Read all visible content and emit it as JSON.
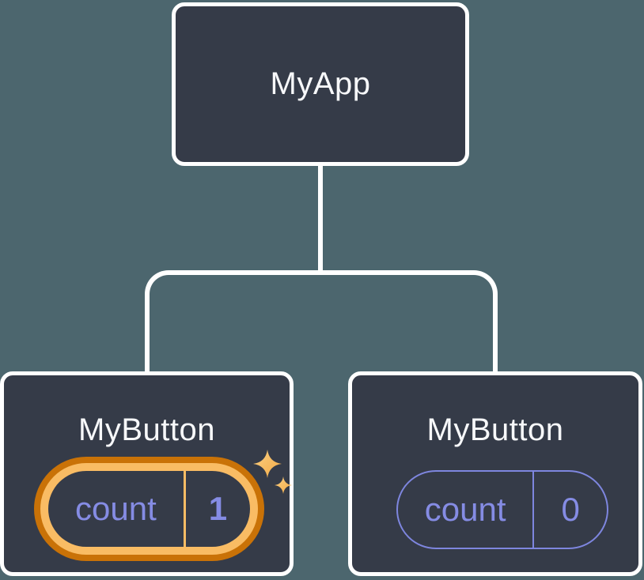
{
  "diagram": {
    "description": "React component tree with isolated state",
    "root_node": {
      "label": "MyApp"
    },
    "children": [
      {
        "label": "MyButton",
        "state_name": "count",
        "state_value": "1",
        "highlighted": true
      },
      {
        "label": "MyButton",
        "state_name": "count",
        "state_value": "0",
        "highlighted": false
      }
    ],
    "icons": [
      "sparkle-icon-large",
      "sparkle-icon-small"
    ],
    "colors": {
      "background": "#4c666e",
      "node_fill": "#353b48",
      "node_border": "#ffffff",
      "connector": "#ffffff",
      "label_text": "#f7f8fa",
      "state_text": "#858ce4",
      "plain_pill_border": "#7e86df",
      "highlight_ring_outer": "#c97207",
      "highlight_ring_inner": "#f9bc64",
      "sparkle_light": "#fbd083",
      "sparkle_dark": "#f2a944"
    }
  }
}
